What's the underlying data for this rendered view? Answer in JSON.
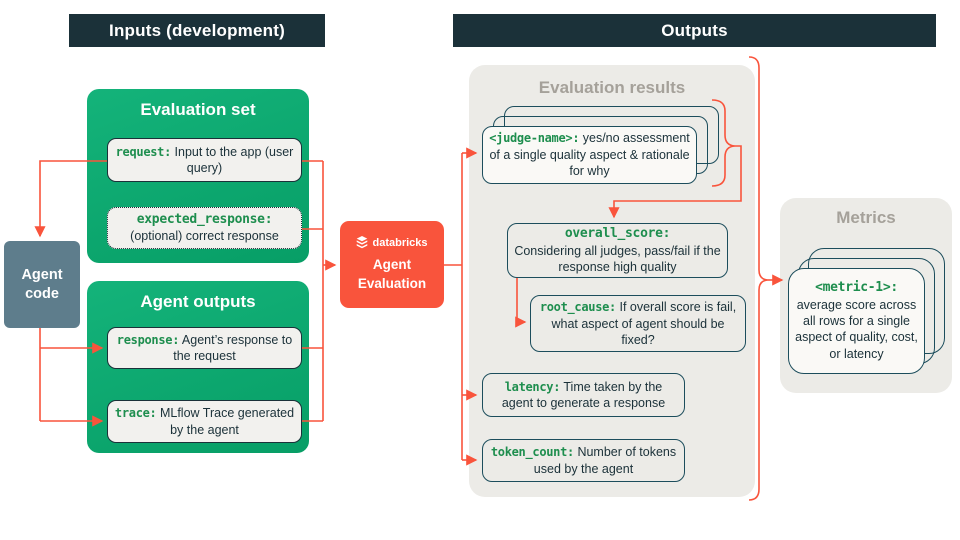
{
  "colors": {
    "navy": "#1B3139",
    "green": "#0CA770",
    "keyword_green": "#1E8E4E",
    "orange": "#F9543C",
    "slate": "#5E7D8C",
    "panel_gray": "#ECEBE7",
    "panel_title_gray": "#A5A19A",
    "teal_border": "#1C4D5C"
  },
  "headers": {
    "inputs": "Inputs (development)",
    "outputs": "Outputs"
  },
  "left": {
    "agent_code": "Agent code",
    "evaluation_set": {
      "title": "Evaluation set",
      "items": [
        {
          "keyword": "request:",
          "text": "Input to the app (user query)"
        },
        {
          "keyword": "expected_response:",
          "text": "(optional) correct response"
        }
      ]
    },
    "agent_outputs": {
      "title": "Agent outputs",
      "items": [
        {
          "keyword": "response:",
          "text": "Agent’s response to the request"
        },
        {
          "keyword": "trace:",
          "text": "MLflow Trace generated by the agent"
        }
      ]
    }
  },
  "center": {
    "logo_icon": "databricks-logo",
    "logo_text": "databricks",
    "label": "Agent Evaluation"
  },
  "evaluation_results": {
    "title": "Evaluation results",
    "judge_card": {
      "keyword": "<judge-name>:",
      "text": "yes/no assessment of a single quality aspect & rationale for why"
    },
    "overall_score": {
      "keyword": "overall_score:",
      "text": "Considering all judges, pass/fail if the response high quality"
    },
    "root_cause": {
      "keyword": "root_cause:",
      "text": "If overall score is fail, what aspect of agent should be fixed?"
    },
    "latency": {
      "keyword": "latency:",
      "text": "Time taken by the agent to generate a response"
    },
    "token_count": {
      "keyword": "token_count:",
      "text": "Number of tokens used by the agent"
    }
  },
  "metrics": {
    "title": "Metrics",
    "metric_card": {
      "keyword": "<metric-1>:",
      "text": "average score across all rows for a single aspect of quality, cost, or latency"
    }
  }
}
